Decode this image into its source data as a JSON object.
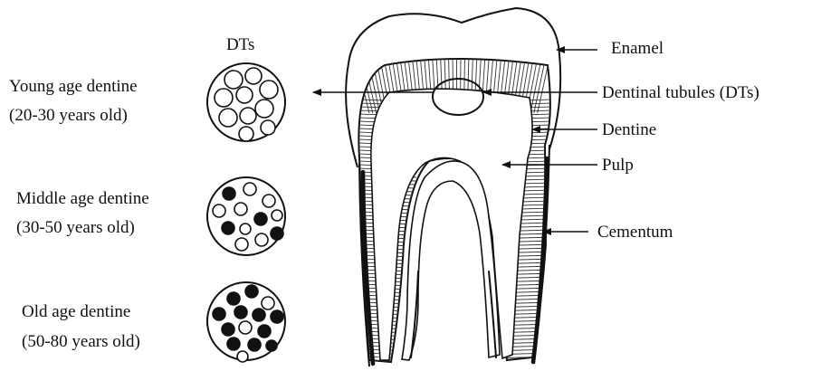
{
  "dt_header": "DTs",
  "age_groups": [
    {
      "name": "Young age dentine",
      "range": "(20-30 years old)"
    },
    {
      "name": "Middle age dentine",
      "range": "(30-50 years old)"
    },
    {
      "name": "Old age dentine",
      "range": "(50-80 years old)"
    }
  ],
  "tooth_labels": {
    "enamel": "Enamel",
    "dentinal_tubules": "Dentinal tubules (DTs)",
    "dentine": "Dentine",
    "pulp": "Pulp",
    "cementum": "Cementum"
  },
  "colors": {
    "ink": "#111111",
    "open_tubule": "#ffffff",
    "closed_tubule": "#111111"
  }
}
